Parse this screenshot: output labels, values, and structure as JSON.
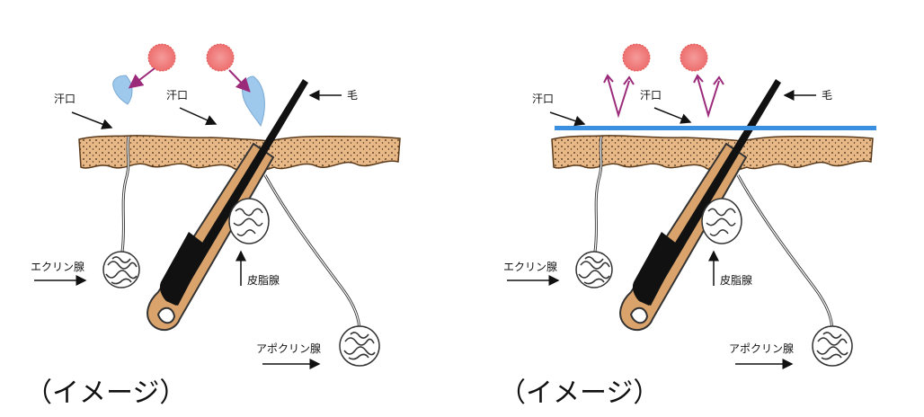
{
  "colors": {
    "skin": "#e8b887",
    "skin_outline": "#5a3a1a",
    "hair": "#111111",
    "follicle": "#d9a36b",
    "bacteria": "#f07b7b",
    "sweat_drop": "#9fc9ec",
    "arrow_purple": "#9b2a7a",
    "barrier_blue": "#3a8fe0"
  },
  "panels": [
    {
      "labels": {
        "sweat_pore_1": "汗口",
        "sweat_pore_2": "汗口",
        "hair": "毛",
        "eccrine": "エクリン腺",
        "sebaceous": "皮脂腺",
        "apocrine": "アポクリン腺"
      },
      "caption": "（イメージ）",
      "barrier": false
    },
    {
      "labels": {
        "sweat_pore_1": "汗口",
        "sweat_pore_2": "汗口",
        "hair": "毛",
        "eccrine": "エクリン腺",
        "sebaceous": "皮脂腺",
        "apocrine": "アポクリン腺"
      },
      "caption": "（イメージ）",
      "barrier": true
    }
  ]
}
